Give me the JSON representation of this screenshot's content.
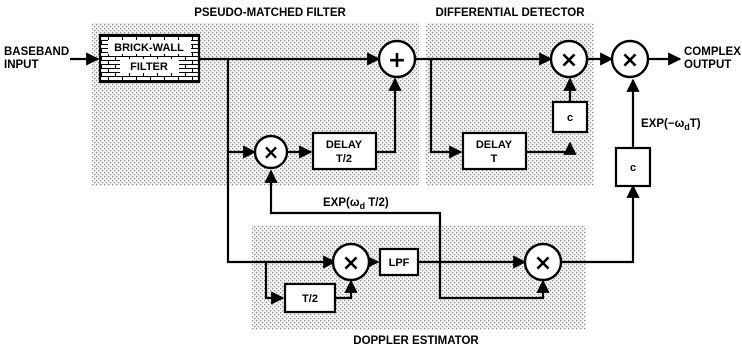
{
  "labels": {
    "baseband_input": [
      "BASEBAND",
      "INPUT"
    ],
    "pseudo_matched_filter": "PSEUDO-MATCHED FILTER",
    "differential_detector": "DIFFERENTIAL DETECTOR",
    "complex_output": [
      "COMPLEX",
      "OUTPUT"
    ],
    "doppler_estimator": "DOPPLER ESTIMATOR",
    "exp_half_t": {
      "prefix": "EXP(",
      "omega": "ω",
      "sub": "d",
      "suffix": " T/2)"
    },
    "exp_neg_t": {
      "prefix": "EXP(−",
      "omega": "ω",
      "sub": "d",
      "suffix": "T)"
    }
  },
  "blocks": {
    "brick_wall_filter": [
      "BRICK-WALL",
      "FILTER"
    ],
    "delay_half": [
      "DELAY",
      "T/2"
    ],
    "delay_full": [
      "DELAY",
      "T"
    ],
    "conj_detector": "c",
    "conj_output": "c",
    "half_period": "T/2",
    "lpf": "LPF"
  },
  "symbols": {
    "multiply": "×",
    "add": "+"
  }
}
